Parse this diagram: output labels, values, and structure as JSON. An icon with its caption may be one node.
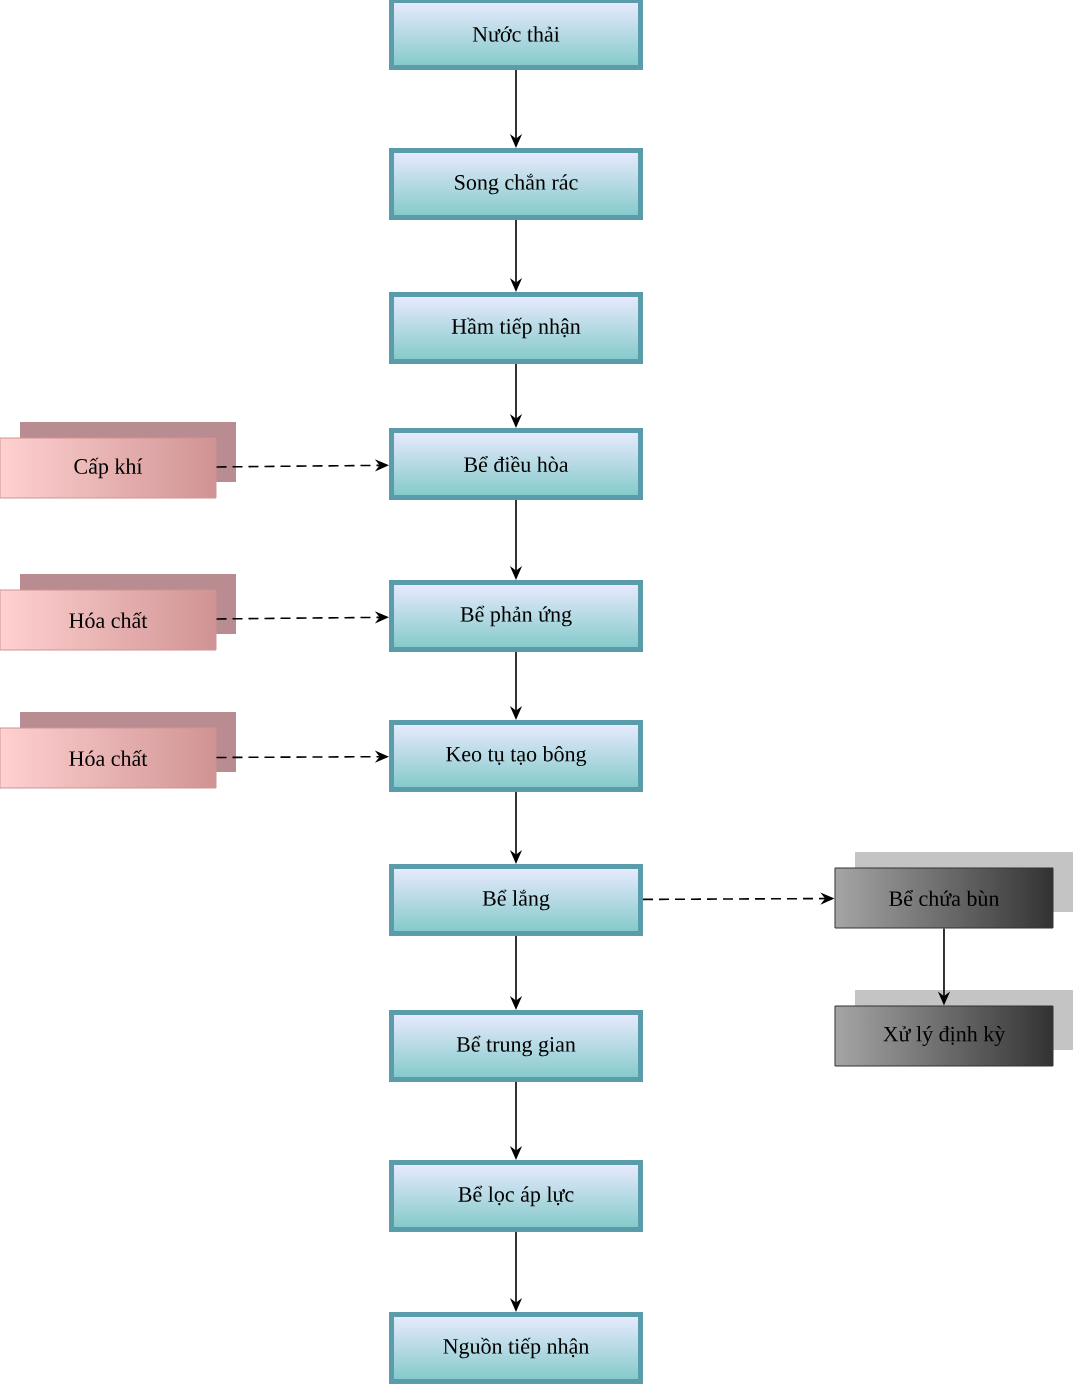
{
  "diagram": {
    "nodes": [
      {
        "text": [
          "Nước thải"
        ]
      },
      {
        "text": [
          "Song chắn rác"
        ]
      },
      {
        "text": [
          "Hầm tiếp nhận"
        ]
      },
      {
        "text": [
          "Bể điều hòa"
        ]
      },
      {
        "text": [
          "Bể phản ứng"
        ]
      },
      {
        "text": [
          "Keo tụ tạo bông"
        ]
      },
      {
        "text": [
          "Bể lắng"
        ]
      },
      {
        "text": [
          "Bể trung gian"
        ]
      },
      {
        "text": [
          "Bể lọc áp lực"
        ]
      },
      {
        "text": [
          "Nguồn tiếp nhận"
        ]
      },
      {
        "text": [
          "Cấp khí"
        ]
      },
      {
        "text": [
          "Hóa chất"
        ]
      },
      {
        "text": [
          "Hóa chất"
        ]
      },
      {
        "text": [
          "Bể chứa bùn"
        ]
      },
      {
        "text": [
          "Xử lý định kỳ"
        ]
      }
    ],
    "edges": [
      {
        "from": 0,
        "to": 1,
        "arrow": "to"
      },
      {
        "from": 1,
        "to": 2,
        "arrow": "to"
      },
      {
        "from": 2,
        "to": 3,
        "arrow": "to"
      },
      {
        "from": 3,
        "to": 4,
        "arrow": "to"
      },
      {
        "from": 4,
        "to": 5,
        "arrow": "to"
      },
      {
        "from": 5,
        "to": 6,
        "arrow": "to"
      },
      {
        "from": 6,
        "to": 7,
        "arrow": "to"
      },
      {
        "from": 7,
        "to": 8,
        "arrow": "to"
      },
      {
        "from": 8,
        "to": 9,
        "arrow": "to"
      },
      {
        "from": 10,
        "to": 3,
        "arrow": "to",
        "style": "dashed"
      },
      {
        "from": 11,
        "to": 4,
        "arrow": "to",
        "style": "dashed"
      },
      {
        "from": 12,
        "to": 5,
        "arrow": "to",
        "style": "dashed"
      },
      {
        "from": 6,
        "to": 13,
        "arrow": "to",
        "style": "dashed"
      },
      {
        "from": 13,
        "to": 14,
        "arrow": "to"
      }
    ]
  }
}
